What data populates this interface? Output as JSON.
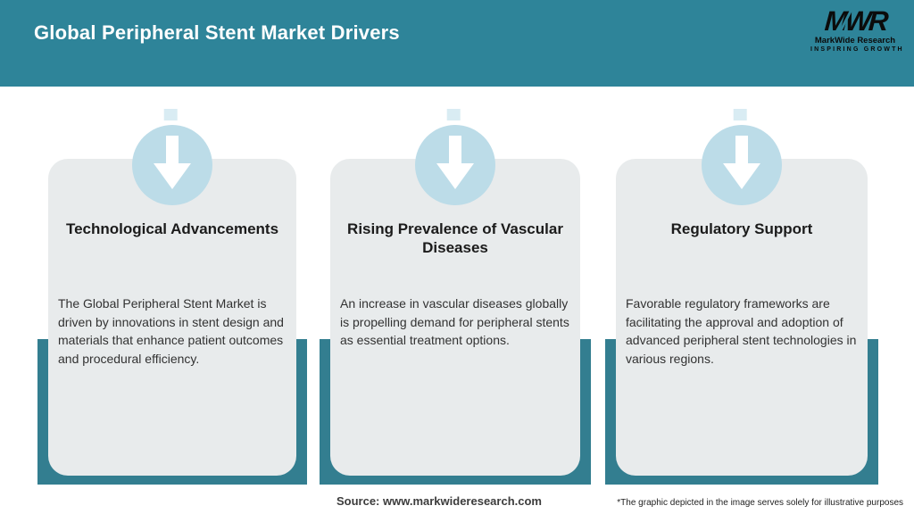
{
  "header": {
    "title": "Global Peripheral Stent Market Drivers"
  },
  "logo": {
    "monogram": "MWR",
    "name": "MarkWide Research",
    "tagline": "INSPIRING GROWTH"
  },
  "colors": {
    "header_teal": "#2E8499",
    "frame_teal": "#337E90",
    "circle_blue": "#BCDCE8",
    "card_gray": "#E8EBEC"
  },
  "cards": [
    {
      "icon": "down-arrow",
      "title": "Technological Advancements",
      "body": "The Global Peripheral Stent Market is driven by innovations in stent design and materials that enhance patient outcomes and procedural efficiency."
    },
    {
      "icon": "down-arrow",
      "title": "Rising Prevalence of Vascular Diseases",
      "body": "An increase in vascular diseases globally is propelling demand for peripheral stents as essential treatment options."
    },
    {
      "icon": "down-arrow",
      "title": "Regulatory Support",
      "body": "Favorable regulatory frameworks are facilitating the approval and adoption of advanced peripheral stent technologies in various regions."
    }
  ],
  "footer": {
    "source": "Source: www.markwideresearch.com",
    "disclaimer": "*The graphic depicted in the image serves solely for illustrative purposes"
  }
}
